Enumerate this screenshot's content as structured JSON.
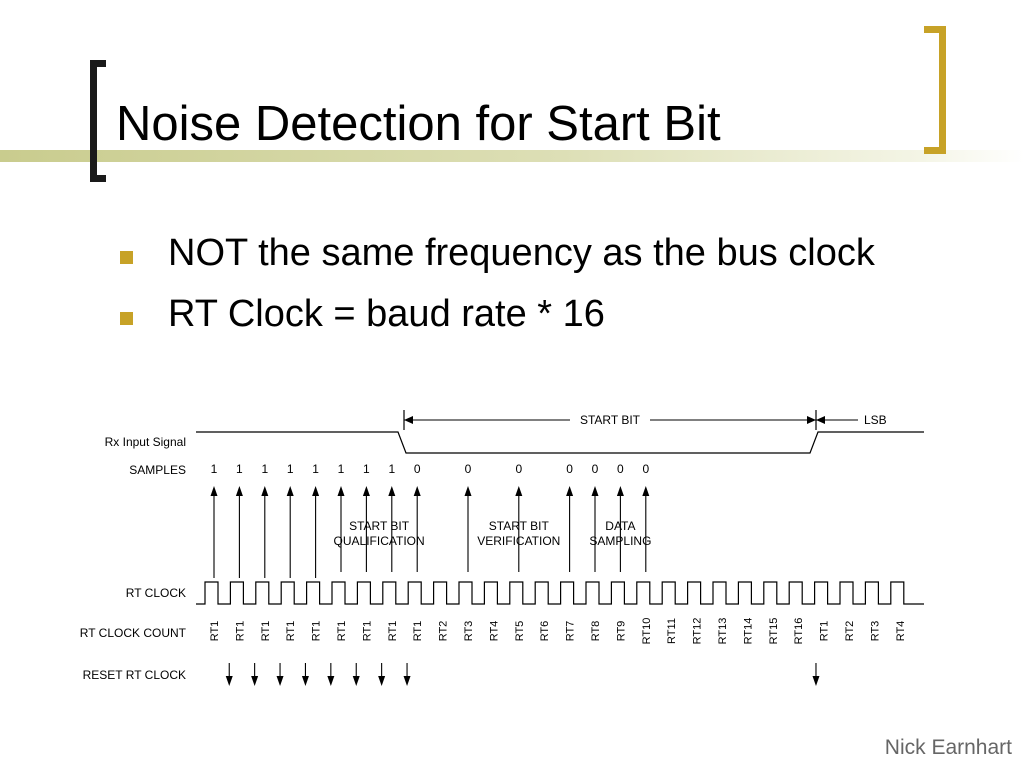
{
  "slide": {
    "title": "Noise Detection for Start Bit",
    "bullets": [
      "NOT the same frequency as the bus clock",
      "RT Clock = baud rate * 16"
    ],
    "author": "Nick Earnhart"
  },
  "diagram": {
    "row_labels": {
      "rx_input": "Rx Input Signal",
      "samples": "SAMPLES",
      "rt_clock": "RT CLOCK",
      "rt_clock_count": "RT CLOCK COUNT",
      "reset_rt_clock": "RESET RT CLOCK"
    },
    "start_bit_label": "START BIT",
    "lsb_label": "LSB",
    "samples": [
      "1",
      "1",
      "1",
      "1",
      "1",
      "1",
      "1",
      "1",
      "0",
      "0",
      "0",
      "0",
      "0",
      "0",
      "0"
    ],
    "group_labels": [
      [
        "START BIT",
        "QUALIFICATION"
      ],
      [
        "START BIT",
        "VERIFICATION"
      ],
      [
        "DATA",
        "SAMPLING"
      ]
    ],
    "rt_counts": [
      "RT1",
      "RT1",
      "RT1",
      "RT1",
      "RT1",
      "RT1",
      "RT1",
      "RT1",
      "RT1",
      "RT2",
      "RT3",
      "RT4",
      "RT5",
      "RT6",
      "RT7",
      "RT8",
      "RT9",
      "RT10",
      "RT11",
      "RT12",
      "RT13",
      "RT14",
      "RT15",
      "RT16",
      "RT1",
      "RT2",
      "RT3",
      "RT4"
    ],
    "clock_cycles": 28
  }
}
